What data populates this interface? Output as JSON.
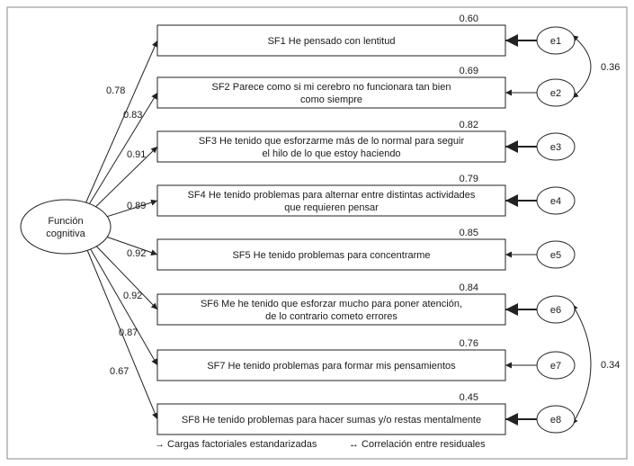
{
  "factor": {
    "label_line1": "Función",
    "label_line2": "cognitiva"
  },
  "items": [
    {
      "id": "SF1",
      "line1": "SF1 He pensado con lentitud",
      "line2": "",
      "loading": "0.78",
      "r2": "0.60",
      "error": "e1",
      "error_stroke": "thick"
    },
    {
      "id": "SF2",
      "line1": "SF2 Parece como si mi cerebro no funcionara tan bien",
      "line2": "como siempre",
      "loading": "0.83",
      "r2": "0.69",
      "error": "e2",
      "error_stroke": "thin"
    },
    {
      "id": "SF3",
      "line1": "SF3 He tenido que esforzarme más de lo normal para seguir",
      "line2": "el hilo de lo que estoy haciendo",
      "loading": "0.91",
      "r2": "0.82",
      "error": "e3",
      "error_stroke": "thick"
    },
    {
      "id": "SF4",
      "line1": "SF4 He tenido problemas para alternar entre distintas actividades",
      "line2": "que requieren pensar",
      "loading": "0.89",
      "r2": "0.79",
      "error": "e4",
      "error_stroke": "thick"
    },
    {
      "id": "SF5",
      "line1": "SF5 He tenido problemas para concentrarme",
      "line2": "",
      "loading": "0.92",
      "r2": "0.85",
      "error": "e5",
      "error_stroke": "thin"
    },
    {
      "id": "SF6",
      "line1": "SF6 Me he tenido que esforzar mucho para poner atención,",
      "line2": "de lo contrario cometo errores",
      "loading": "0.92",
      "r2": "0.84",
      "error": "e6",
      "error_stroke": "thick"
    },
    {
      "id": "SF7",
      "line1": "SF7 He tenido problemas para formar mis pensamientos",
      "line2": "",
      "loading": "0.87",
      "r2": "0.76",
      "error": "e7",
      "error_stroke": "thin"
    },
    {
      "id": "SF8",
      "line1": "SF8 He tenido problemas para hacer sumas y/o restas mentalmente",
      "line2": "",
      "loading": "0.67",
      "r2": "0.45",
      "error": "e8",
      "error_stroke": "thick"
    }
  ],
  "correlations": [
    {
      "from": "e1",
      "to": "e2",
      "value": "0.36"
    },
    {
      "from": "e6",
      "to": "e8",
      "value": "0.34"
    }
  ],
  "legend": {
    "loadings": "→ Cargas factoriales estandarizadas",
    "residuals": "↔ Correlación entre residuales"
  }
}
